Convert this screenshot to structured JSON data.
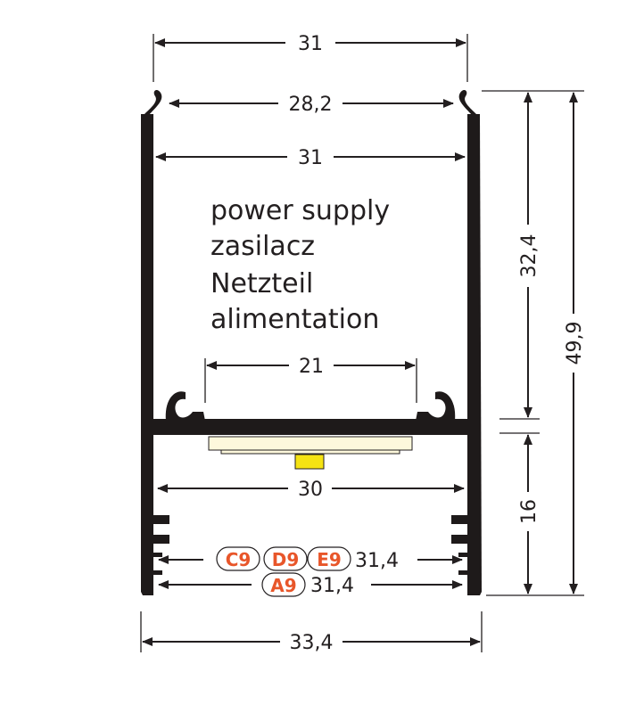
{
  "labels": [
    "power supply",
    "zasilacz",
    "Netzteil",
    "alimentation"
  ],
  "dimensions": {
    "top_width": "31",
    "opening": "28,2",
    "inner_width_top": "31",
    "led_width": "21",
    "inner_width_bottom": "30",
    "groove_width_1": "31,4",
    "groove_width_2": "31,4",
    "outer_width": "33,4",
    "upper_height": "32,4",
    "lower_height": "16",
    "total_height": "49,9"
  },
  "codes": {
    "c9": "C9",
    "d9": "D9",
    "e9": "E9",
    "a9": "A9"
  },
  "colors": {
    "profile": "#1e1a1a",
    "code": "#e8562a",
    "led_strip": "#fdf8dc",
    "led_chip": "#f5e313"
  }
}
